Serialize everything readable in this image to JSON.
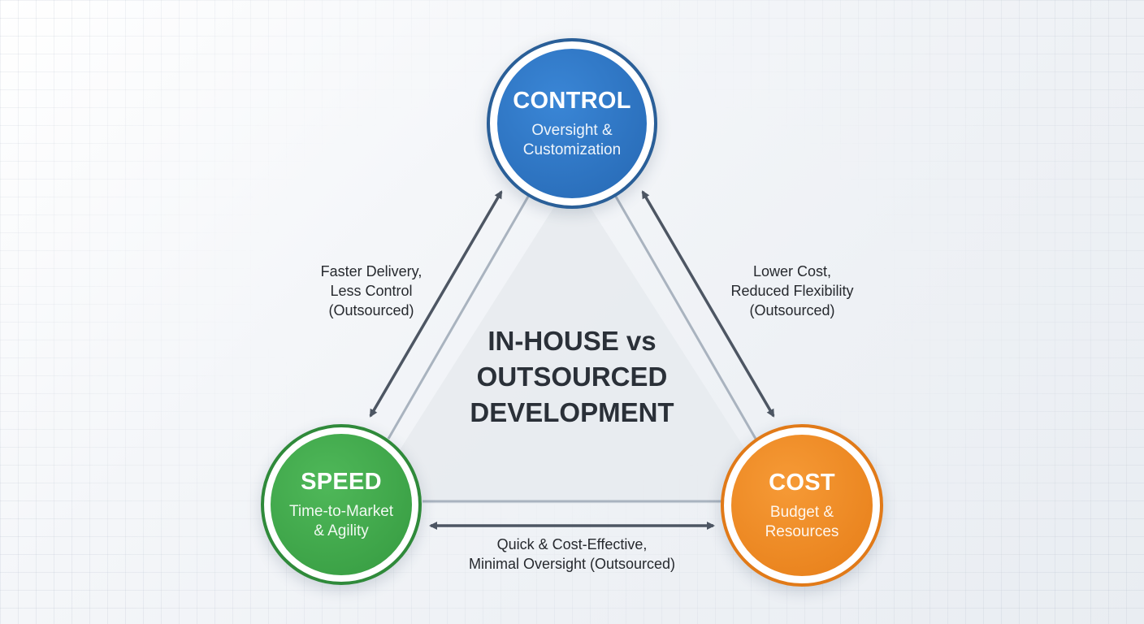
{
  "center": {
    "line1": "IN-HOUSE vs",
    "line2": "OUTSOURCED",
    "line3": "DEVELOPMENT"
  },
  "nodes": {
    "control": {
      "title": "CONTROL",
      "sub1": "Oversight &",
      "sub2": "Customization",
      "color": "#2d73c3",
      "border": "#2a5f98"
    },
    "speed": {
      "title": "SPEED",
      "sub1": "Time-to-Market",
      "sub2": "& Agility",
      "color": "#3ea548",
      "border": "#2f8a3a"
    },
    "cost": {
      "title": "COST",
      "sub1": "Budget &",
      "sub2": "Resources",
      "color": "#ef8a22",
      "border": "#e17a18"
    }
  },
  "edges": {
    "control_speed": {
      "line1": "Faster Delivery,",
      "line2": "Less Control",
      "line3": "(Outsourced)"
    },
    "control_cost": {
      "line1": "Lower Cost,",
      "line2": "Reduced Flexibility",
      "line3": "(Outsourced)"
    },
    "speed_cost": {
      "line1": "Quick & Cost-Effective,",
      "line2": "Minimal Oversight (Outsourced)"
    }
  },
  "colors": {
    "triangle_fill": "#e6e9ee",
    "triangle_stroke": "#a9b3bf",
    "arrow": "#4d5663"
  }
}
